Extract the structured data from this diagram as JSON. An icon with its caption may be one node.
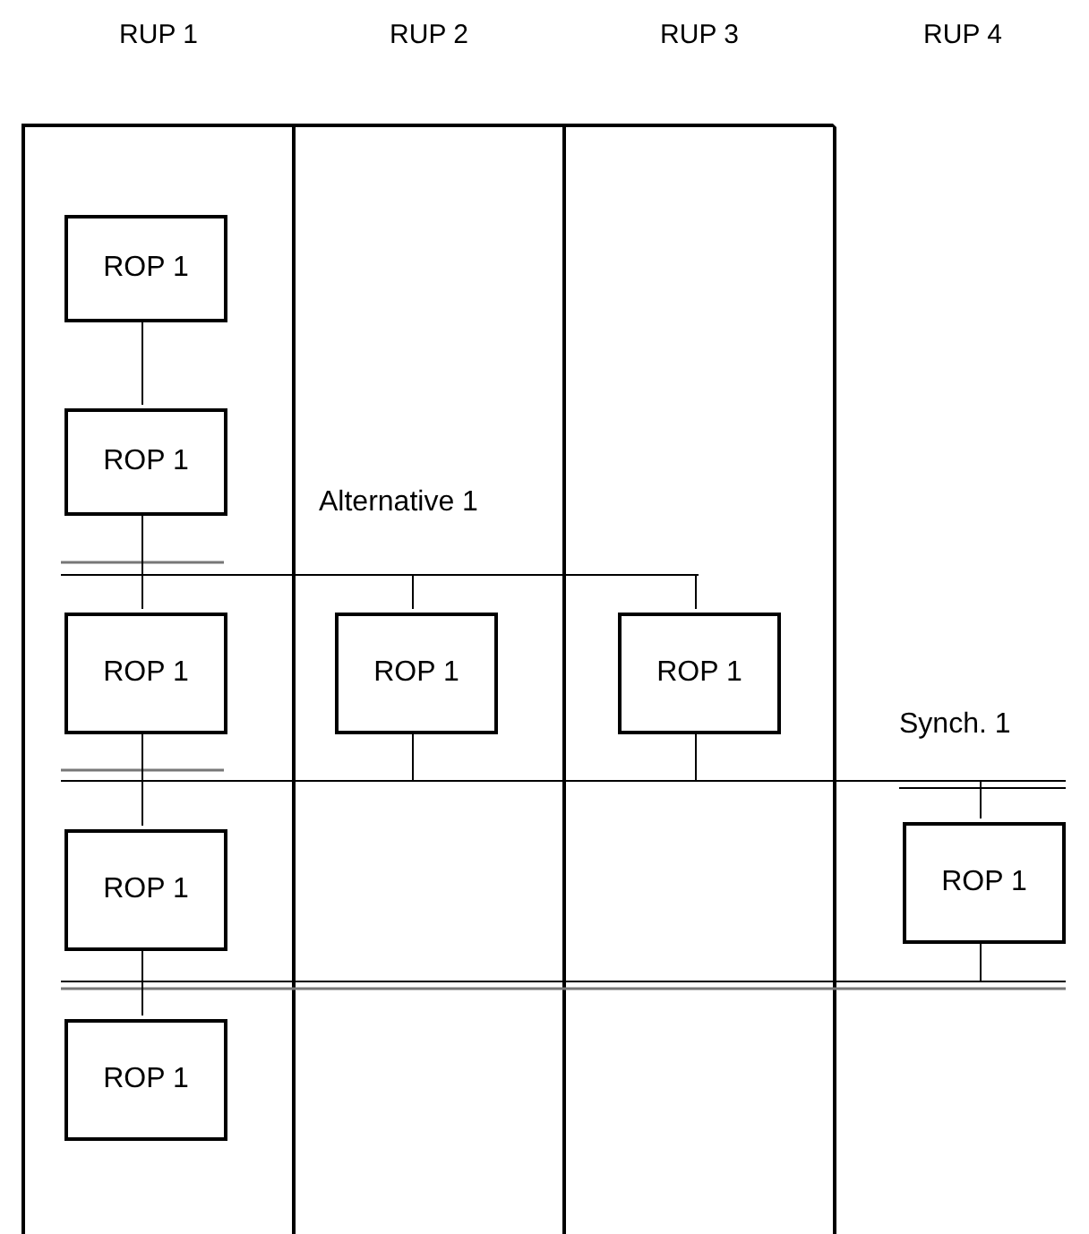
{
  "diagram": {
    "nodes": [
      {
        "text": [
          "RUP 1"
        ]
      },
      {
        "text": [
          "RUP 2"
        ]
      },
      {
        "text": [
          "RUP 3"
        ]
      },
      {
        "text": [
          "RUP 4"
        ]
      },
      {
        "text": [
          "ROP 1"
        ],
        "in": 0
      },
      {
        "text": [
          "ROP 1"
        ],
        "in": 0
      },
      {
        "text": [
          "ROP 1"
        ],
        "in": 0
      },
      {
        "text": [
          "ROP 1"
        ],
        "in": 0
      },
      {
        "text": [
          "ROP 1"
        ],
        "in": 0
      },
      {
        "text": [
          "ROP 1"
        ],
        "in": 1
      },
      {
        "text": [
          "ROP 1"
        ],
        "in": 2
      },
      {
        "text": [
          "ROP 1"
        ],
        "in": 3
      }
    ],
    "edges": [
      {
        "from": 4,
        "to": 5,
        "arrow": "none"
      },
      {
        "from": 5,
        "to": 6,
        "arrow": "none"
      },
      {
        "from": 5,
        "to": 9,
        "arrow": "none"
      },
      {
        "from": 5,
        "to": 10,
        "arrow": "none"
      },
      {
        "from": 6,
        "to": 7,
        "arrow": "none"
      },
      {
        "from": 6,
        "to": 11,
        "arrow": "none"
      },
      {
        "from": 9,
        "to": 7,
        "arrow": "none"
      },
      {
        "from": 9,
        "to": 11,
        "arrow": "none"
      },
      {
        "from": 10,
        "to": 7,
        "arrow": "none"
      },
      {
        "from": 10,
        "to": 11,
        "arrow": "none"
      },
      {
        "from": 7,
        "to": 8,
        "arrow": "none"
      },
      {
        "from": 11,
        "to": 8,
        "arrow": "none"
      }
    ],
    "labels": [
      "Alternative 1",
      "Synch. 1"
    ]
  }
}
